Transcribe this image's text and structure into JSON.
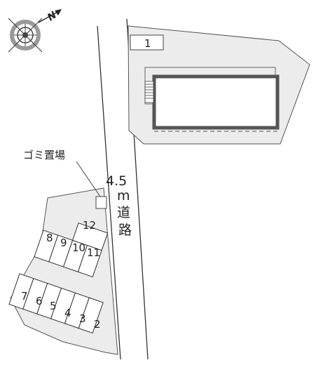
{
  "compass": {
    "north_label": "N"
  },
  "road": {
    "width_label": "4.5",
    "unit_label": "m",
    "name_chars": [
      "道",
      "路"
    ]
  },
  "building": {
    "label": "1"
  },
  "trash": {
    "label": "ゴミ置場"
  },
  "parking": {
    "upper_top": "12",
    "upper_row": [
      "8",
      "9",
      "10",
      "11"
    ],
    "lower_row": [
      "7",
      "6",
      "5",
      "4",
      "3",
      "2"
    ]
  },
  "colors": {
    "lot_fill": "#ececec",
    "building_border": "#555555",
    "line": "#333333"
  }
}
